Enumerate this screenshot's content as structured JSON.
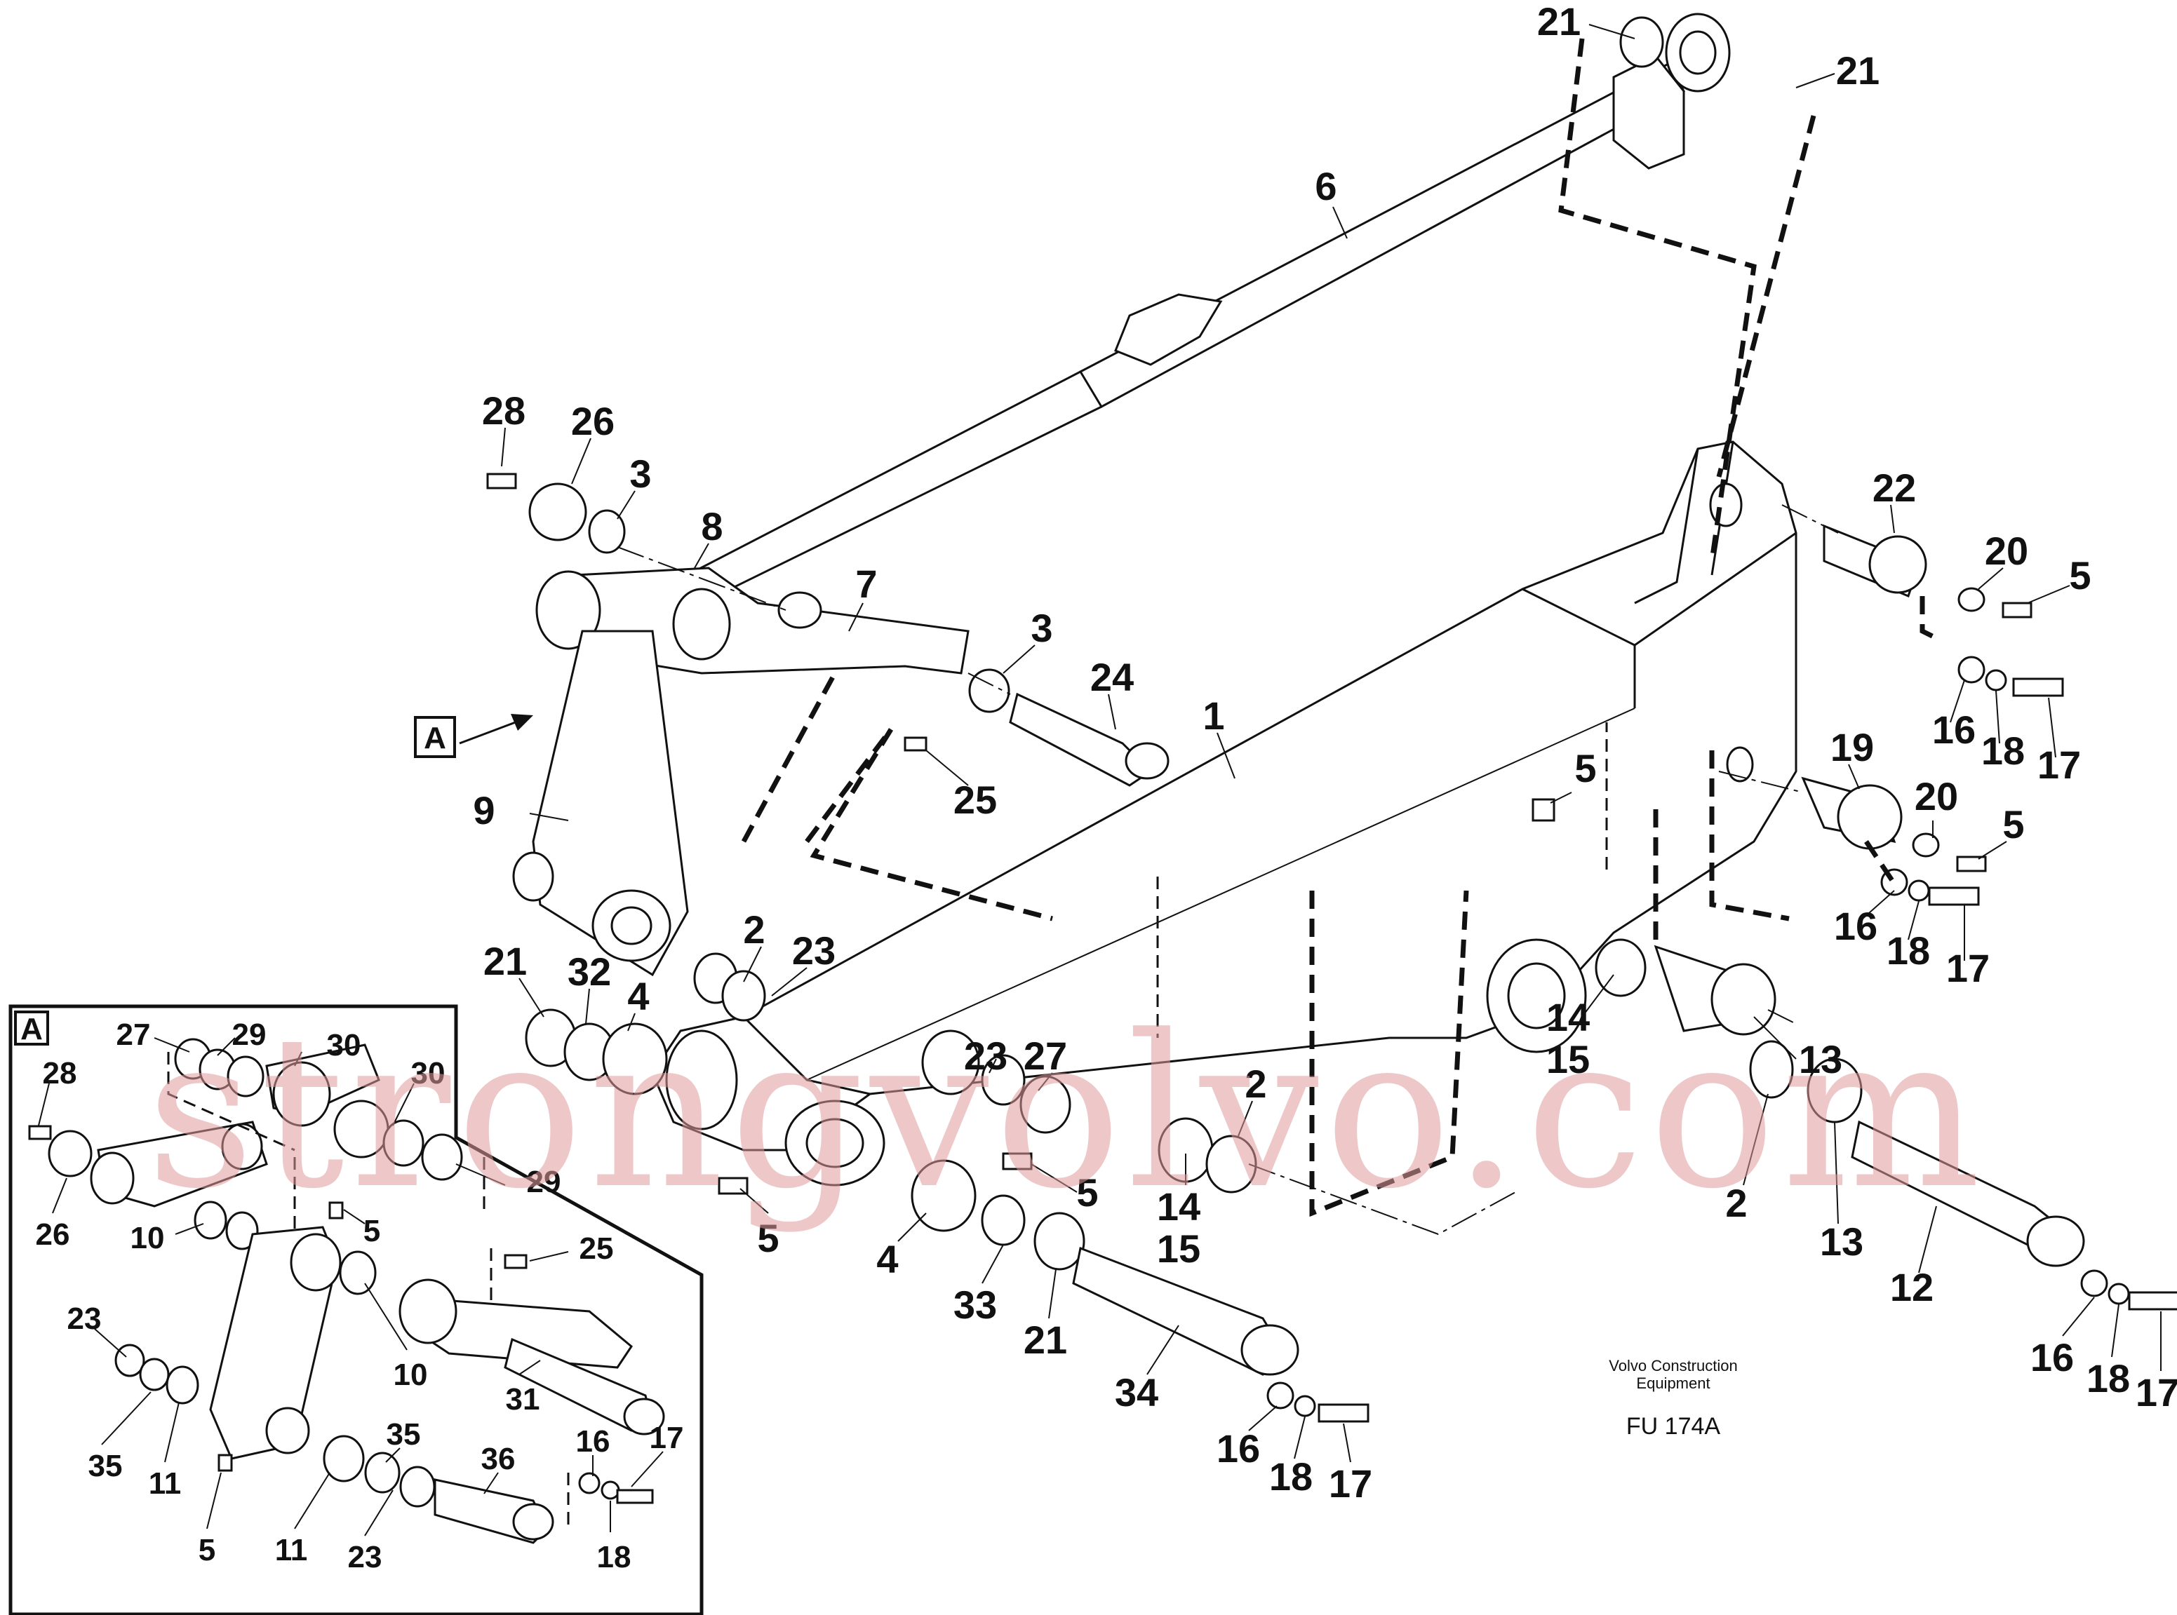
{
  "detail_view": {
    "marker_label": "A",
    "inset_label": "A"
  },
  "publisher": {
    "line1": "Volvo Construction",
    "line2": "Equipment"
  },
  "figure_code": "FU 174A",
  "watermark": "strongvolvo.com",
  "callouts_main": [
    "21",
    "21",
    "6",
    "28",
    "26",
    "3",
    "8",
    "7",
    "3",
    "24",
    "22",
    "20",
    "5",
    "16",
    "18",
    "17",
    "1",
    "5",
    "9",
    "25",
    "19",
    "20",
    "5",
    "16",
    "18",
    "17",
    "2",
    "23",
    "21",
    "32",
    "4",
    "14",
    "15",
    "13",
    "23",
    "27",
    "2",
    "14",
    "15",
    "5",
    "5",
    "2",
    "13",
    "12",
    "4",
    "33",
    "21",
    "34",
    "16",
    "18",
    "17",
    "16",
    "18",
    "17"
  ],
  "callouts_detail": [
    "27",
    "29",
    "30",
    "28",
    "30",
    "29",
    "26",
    "5",
    "10",
    "25",
    "10",
    "23",
    "31",
    "35",
    "11",
    "35",
    "36",
    "16",
    "17",
    "5",
    "11",
    "23",
    "18"
  ]
}
